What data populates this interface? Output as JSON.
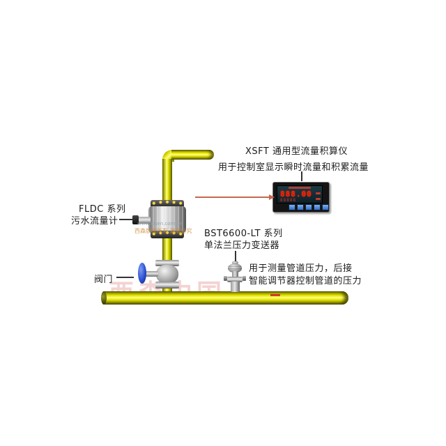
{
  "diagram": {
    "totalizer_annotation": {
      "title": "XSFT 通用型流量积算仪",
      "description": "用于控制室显示瞬时流量和积累流量"
    },
    "flowmeter_annotation": {
      "series": "FLDC 系列",
      "name": "污水流量计"
    },
    "transmitter_annotation": {
      "series": "BST6600-LT 系列",
      "name": "单法兰压力变送器",
      "description_line1": "用于测量管道压力，后接",
      "description_line2": "智能调节器控制管道的压力"
    },
    "valve_annotation": {
      "label": "阀门"
    }
  },
  "instrument_display": {
    "led_value": "888.00",
    "led_secondary": "88888"
  },
  "watermark": {
    "url": "www.xisen.com.cn",
    "copyright": "西森版权所有 盗版必究",
    "brand": "西森中国"
  },
  "colors": {
    "pipe_yellow": "#e8e000",
    "arrow_red": "#c4674e",
    "led_red": "#ff2200",
    "button_blue": "#4a86d8",
    "handwheel_blue": "#2b4fd0"
  }
}
